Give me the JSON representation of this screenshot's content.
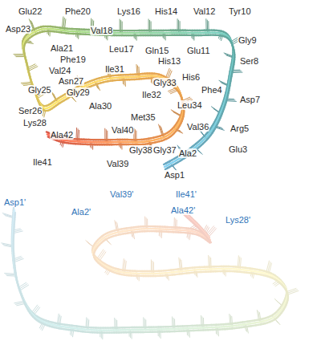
{
  "diagram": {
    "labels": [
      "Glu22",
      "Phe20",
      "Lys16",
      "His14",
      "Val12",
      "Tyr10",
      "Asp23",
      "Val18",
      "Gly9",
      "Ala21",
      "Leu17",
      "Gln15",
      "Glu11",
      "Phe19",
      "His13",
      "Ser8",
      "Val24",
      "Ile31",
      "Asn27",
      "His6",
      "Gly33",
      "Gly25",
      "Gly29",
      "Ile32",
      "Leu34",
      "Phe4",
      "Asp7",
      "Ala30",
      "Met35",
      "Ser26",
      "Lys28",
      "Ala42",
      "Val40",
      "Val36",
      "Arg5",
      "Gly38",
      "Gly37",
      "Ala2",
      "Glu3",
      "Ile41",
      "Val39",
      "Asp1",
      "Asp1'",
      "Ala2'",
      "Val39'",
      "Ile41'",
      "Ala42'",
      "Lys28'"
    ]
  }
}
